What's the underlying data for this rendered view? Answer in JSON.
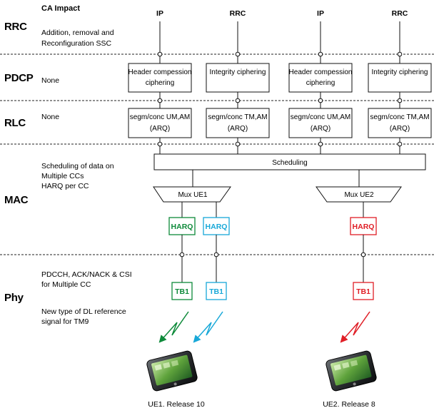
{
  "colors": {
    "ue1_primary": "#0e8a3a",
    "ue1_secondary": "#18a8d8",
    "ue2": "#e01e26",
    "line": "#111111"
  },
  "header": {
    "ca_impact": "CA Impact"
  },
  "layers": {
    "rrc": {
      "name": "RRC",
      "impact": [
        "Addition, removal and",
        "Reconfiguration SSC"
      ]
    },
    "pdcp": {
      "name": "PDCP",
      "impact": [
        "None"
      ]
    },
    "rlc": {
      "name": "RLC",
      "impact": [
        "None"
      ]
    },
    "mac": {
      "name": "MAC",
      "impact": [
        "Scheduling of data on",
        "Multiple CCs",
        "HARQ per CC"
      ]
    },
    "phy": {
      "name": "Phy",
      "impact": [
        "PDCCH, ACK/NACK & CSI",
        "for Multiple CC",
        "",
        "New type of DL reference",
        "signal for TM9"
      ]
    }
  },
  "top_flows": [
    "IP",
    "RRC",
    "IP",
    "RRC"
  ],
  "pdcp_boxes": [
    [
      "Header compession",
      "ciphering"
    ],
    [
      "Integrity ciphering"
    ],
    [
      "Header compession",
      "ciphering"
    ],
    [
      "Integrity ciphering"
    ]
  ],
  "rlc_boxes": [
    [
      "segm/conc UM,AM",
      "(ARQ)"
    ],
    [
      "segm/conc TM,AM",
      "(ARQ)"
    ],
    [
      "segm/conc UM,AM",
      "(ARQ)"
    ],
    [
      "segm/conc TM,AM",
      "(ARQ)"
    ]
  ],
  "scheduling_label": "Scheduling",
  "mux": [
    "Mux UE1",
    "Mux UE2"
  ],
  "harq_label": "HARQ",
  "tb_label": "TB1",
  "ue_labels": [
    "UE1. Release 10",
    "UE2. Release 8"
  ]
}
